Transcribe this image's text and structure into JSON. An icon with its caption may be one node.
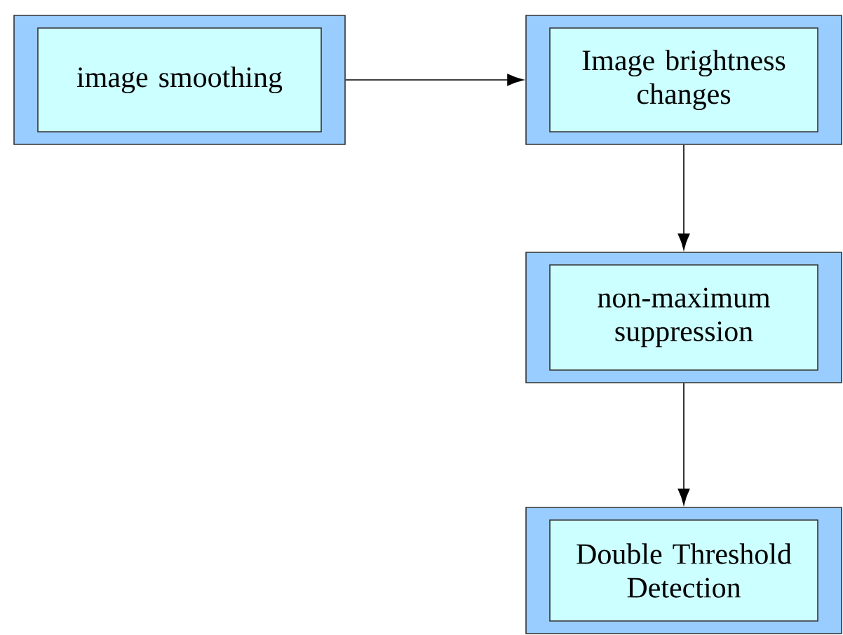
{
  "diagram": {
    "nodes": [
      {
        "text": [
          "image smoothing"
        ]
      },
      {
        "text": [
          "Image brightness changes"
        ]
      },
      {
        "text": [
          "non-maximum suppression"
        ]
      },
      {
        "text": [
          "Double Threshold Detection"
        ]
      }
    ],
    "edges": [
      {
        "from": 0,
        "to": 1,
        "arrow": "to"
      },
      {
        "from": 1,
        "to": 2,
        "arrow": "to"
      },
      {
        "from": 2,
        "to": 3,
        "arrow": "to"
      }
    ]
  }
}
